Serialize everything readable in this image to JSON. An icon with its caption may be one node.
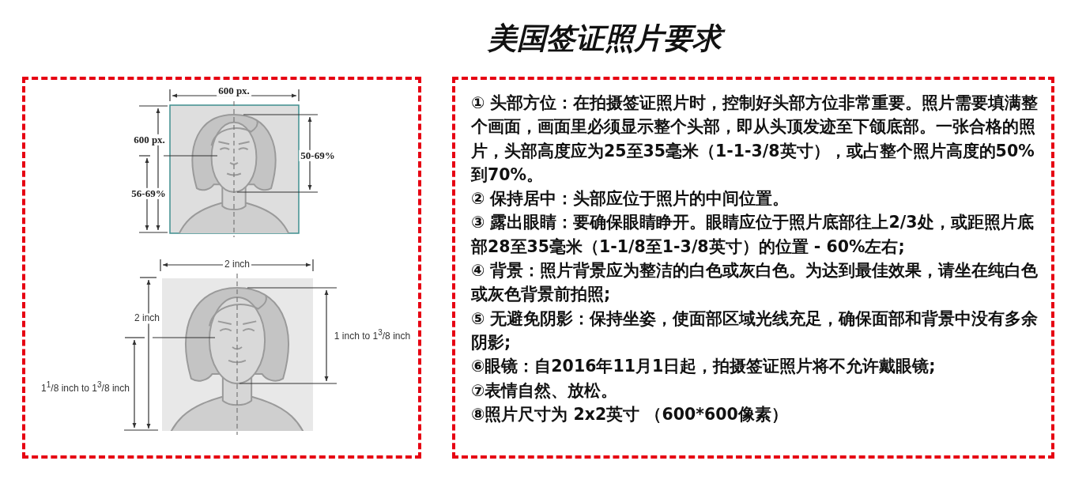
{
  "diagram": {
    "title": "美国签证照片要求",
    "nodes": [
      {
        "text": [],
        "shape": "box"
      },
      {
        "text": [],
        "shape": "picture",
        "in": 0
      },
      {
        "text": [],
        "shape": "picture",
        "in": 0
      },
      {
        "text": [
          "① 头部方位：在拍摄签证照片时，控制好头部方位非常重要。照片需要填满整个画面，画面里必须显示整个头部，即从头顶发迹至下颌底部。一张合格的照片，头部高度应为25至35毫米（1-1-3/8英寸），或占整个照片高度的50%到70%。",
          "② 保持居中：头部应位于照片的中间位置。",
          "③ 露出眼睛：要确保眼睛睁开。眼睛应位于照片底部往上2/3处，或距照片底部28至35毫米（1-1/8至1-3/8英寸）的位置 - 60%左右;",
          "④ 背景：照片背景应为整洁的白色或灰白色。为达到最佳效果，请坐在纯白色或灰色背景前拍照;",
          "⑤ 无避免阴影：保持坐姿，使面部区域光线充足，确保面部和背景中没有多余阴影;",
          "⑥眼镜：自2016年11月1日起，拍摄签证照片将不允许戴眼镜;",
          "⑦表情自然、放松。",
          "⑧照片尺寸为 2x2英寸 （600*600像素）"
        ]
      }
    ],
    "labels": [
      "600 px.",
      "600 px.",
      "50-69%",
      "56-69%",
      "2 inch",
      "2 inch",
      "1 inch to 1$^{3}$/8 inch",
      "1$^{1}$/8 inch to 1$^{3}$/8 inch"
    ]
  }
}
